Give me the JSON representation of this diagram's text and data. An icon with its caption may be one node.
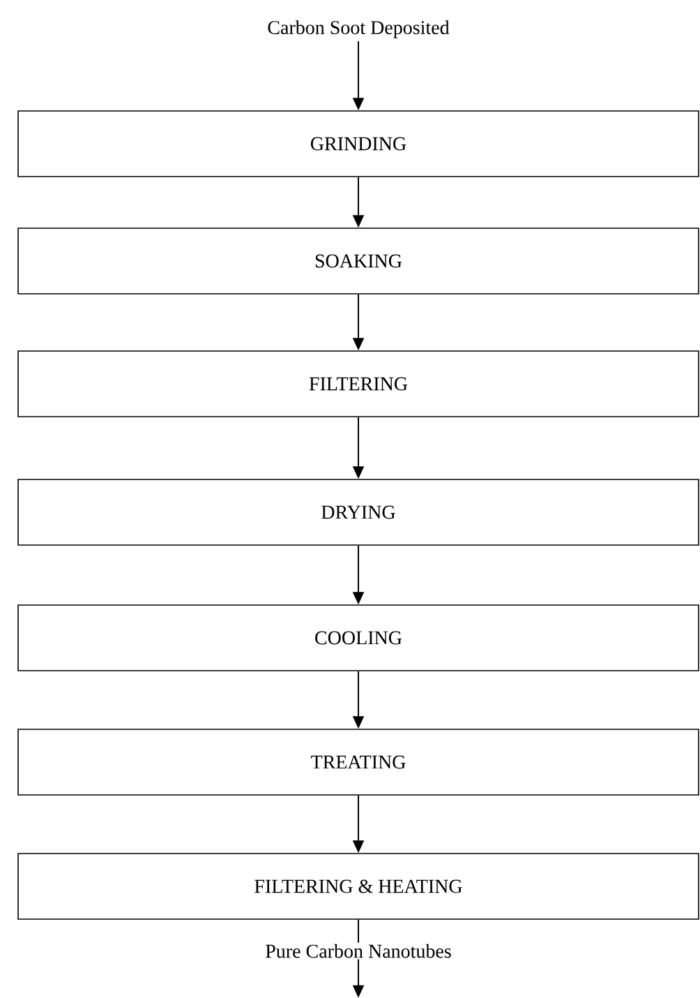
{
  "diagram": {
    "nodes": [
      {
        "text": [
          "Carbon Soot Deposited"
        ]
      },
      {
        "text": [
          "GRINDING"
        ]
      },
      {
        "text": [
          "SOAKING"
        ]
      },
      {
        "text": [
          "FILTERING"
        ]
      },
      {
        "text": [
          "DRYING"
        ]
      },
      {
        "text": [
          "COOLING"
        ]
      },
      {
        "text": [
          "TREATING"
        ]
      },
      {
        "text": [
          "FILTERING & HEATING"
        ]
      }
    ],
    "edges": [
      {
        "from": 0,
        "to": 1,
        "arrow": "to"
      },
      {
        "from": 1,
        "to": 2,
        "arrow": "to"
      },
      {
        "from": 2,
        "to": 3,
        "arrow": "to"
      },
      {
        "from": 3,
        "to": 4,
        "arrow": "to"
      },
      {
        "from": 4,
        "to": 5,
        "arrow": "to"
      },
      {
        "from": 5,
        "to": 6,
        "arrow": "to"
      },
      {
        "from": 6,
        "to": 7,
        "arrow": "to"
      },
      {
        "from": 7,
        "to": null,
        "arrow": "to",
        "label": "Pure Carbon Nanotubes"
      }
    ]
  }
}
